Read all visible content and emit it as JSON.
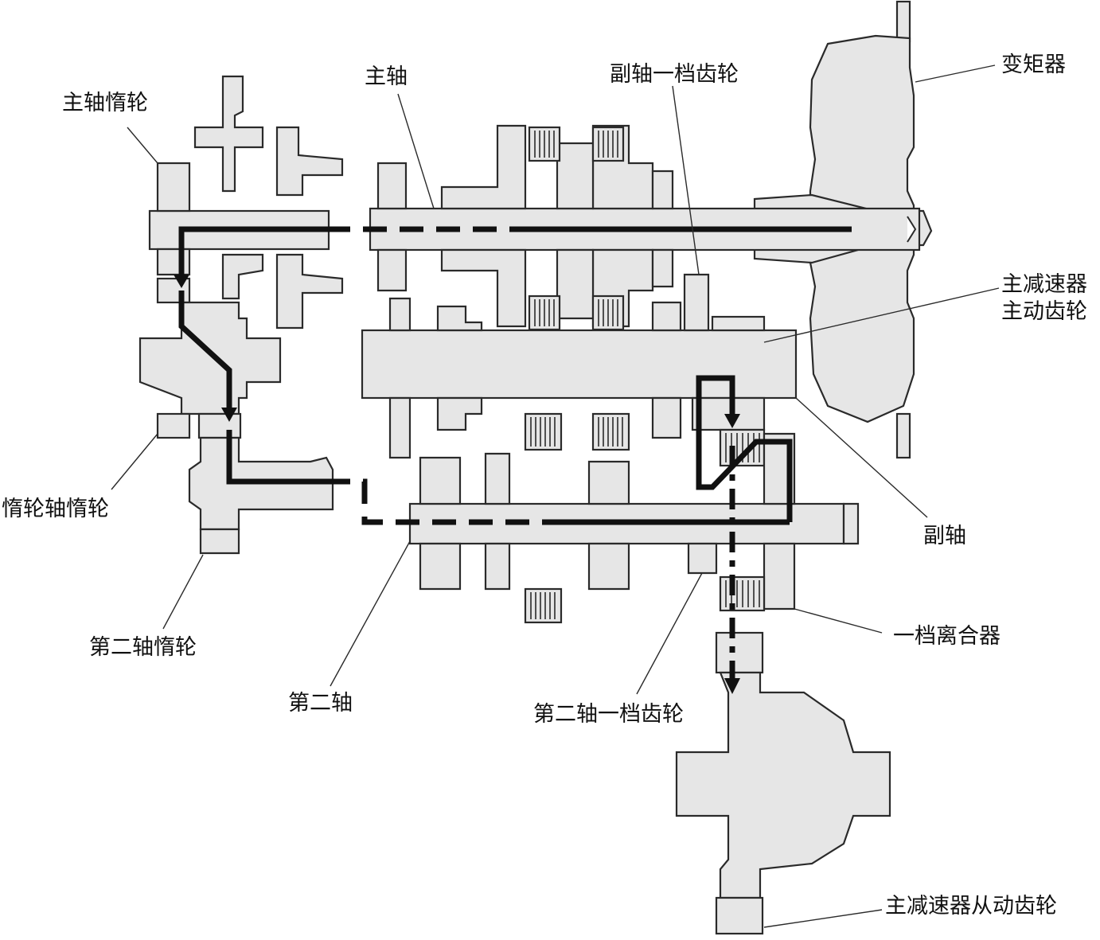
{
  "colors": {
    "part_fill": "#e6e6e6",
    "part_stroke": "#2a2a2a",
    "flow": "#111111",
    "background": "#ffffff"
  },
  "labels": {
    "mainshaft_idler": "主轴惰轮",
    "mainshaft": "主轴",
    "countershaft_first_gear": "副轴一档齿轮",
    "torque_converter": "变矩器",
    "final_drive_gear_line1": "主减速器",
    "final_drive_gear_line2": "主动齿轮",
    "countershaft": "副轴",
    "idler_shaft_idler": "惰轮轴惰轮",
    "second_shaft_idler": "第二轴惰轮",
    "second_shaft": "第二轴",
    "first_clutch": "一档离合器",
    "second_shaft_first_gear": "第二轴一档齿轮",
    "final_driven_gear": "主减速器从动齿轮"
  }
}
